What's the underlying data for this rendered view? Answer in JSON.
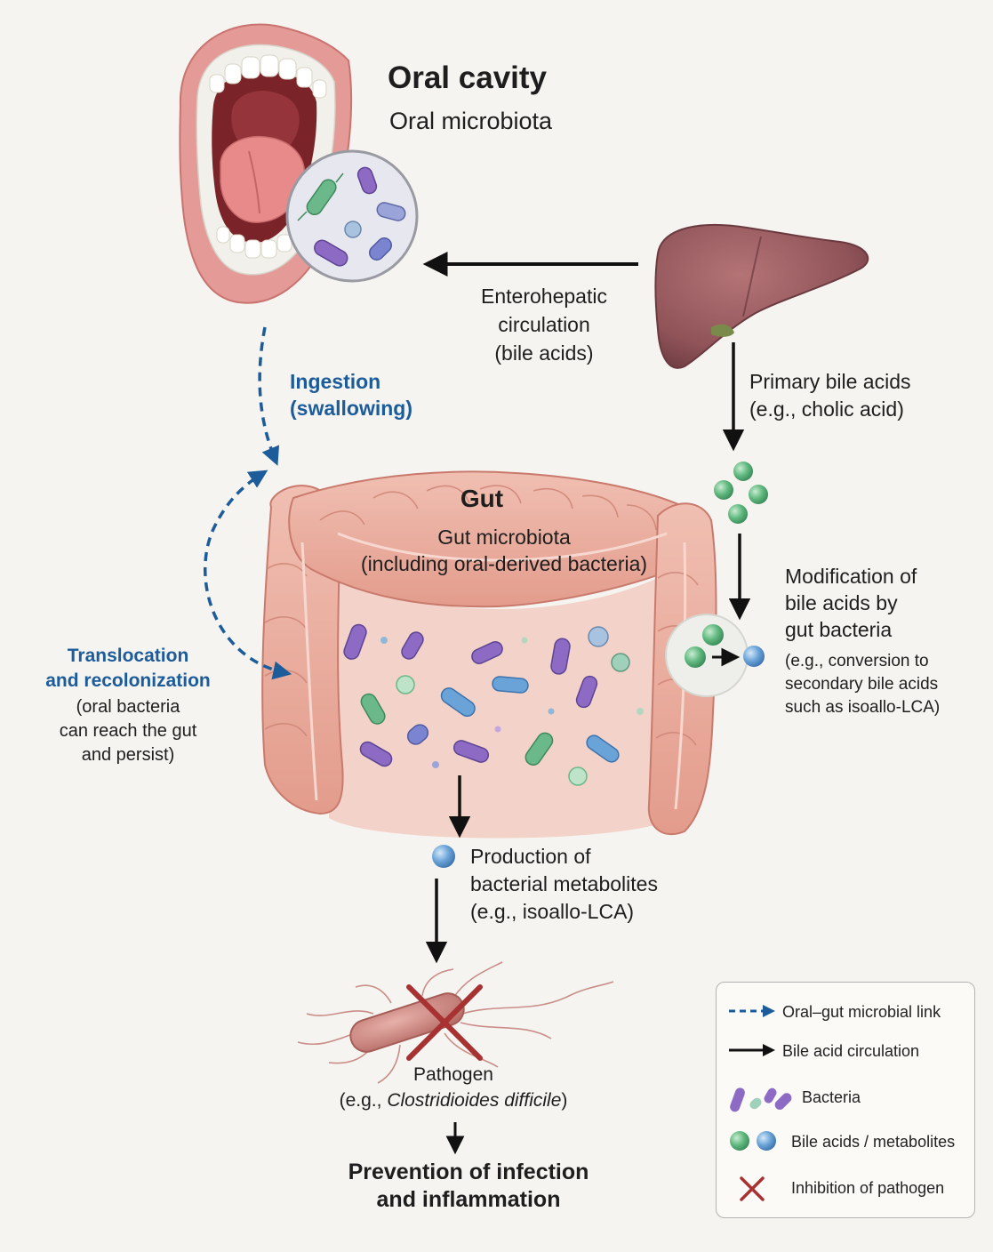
{
  "oral": {
    "title": "Oral cavity",
    "subtitle": "Oral microbiota"
  },
  "enterohepatic": {
    "lines": [
      "Enterohepatic",
      "circulation",
      "(bile acids)"
    ]
  },
  "ingestion": {
    "lines": [
      "Ingestion",
      "(swallowing)"
    ]
  },
  "primary_bile": {
    "lines": [
      "Primary bile acids",
      "(e.g., cholic acid)"
    ]
  },
  "gut": {
    "title": "Gut",
    "subtitle": "Gut microbiota",
    "subtitle2": "(including oral-derived bacteria)"
  },
  "modification": {
    "lines": [
      "Modification of",
      "bile acids by",
      "gut bacteria"
    ],
    "detail": [
      "(e.g., conversion to",
      "secondary bile acids",
      "such as isoallo-LCA)"
    ]
  },
  "translocation": {
    "title_lines": [
      "Translocation",
      "and recolonization"
    ],
    "detail": [
      "(oral bacteria",
      "can reach the gut",
      "and persist)"
    ]
  },
  "production": {
    "lines": [
      "Production of",
      "bacterial metabolites",
      "(e.g., isoallo-LCA)"
    ]
  },
  "pathogen": {
    "label": "Pathogen",
    "eg_prefix": "(e.g., ",
    "eg_name": "Clostridioides difficile",
    "eg_suffix": ")"
  },
  "outcome": {
    "lines": [
      "Prevention of infection",
      "and inflammation"
    ]
  },
  "legend": {
    "items": [
      {
        "label": "Oral–gut microbial link",
        "symbol": "dashed-blue-arrow"
      },
      {
        "label": "Bile acid circulation",
        "symbol": "solid-black-arrow"
      },
      {
        "label": "Bacteria",
        "symbol": "bacteria-icon"
      },
      {
        "label": "Bile acids / metabolites",
        "symbol": "bile-acid-icon"
      },
      {
        "label": "Inhibition of pathogen",
        "symbol": "inhibition-x-icon"
      }
    ]
  },
  "colors": {
    "background": "#f6f4f0",
    "link_blue": "#1c5c9a",
    "arrow_black": "#111111",
    "bacteria_purple": "#8d6bc4",
    "bacteria_green": "#6bb88a",
    "bile_green": "#5fb87e",
    "metabolite_blue": "#6aa3d8",
    "gut_pink": "#eab0a2",
    "liver_brown": "#8f5358",
    "inhibition_red": "#a83232"
  }
}
